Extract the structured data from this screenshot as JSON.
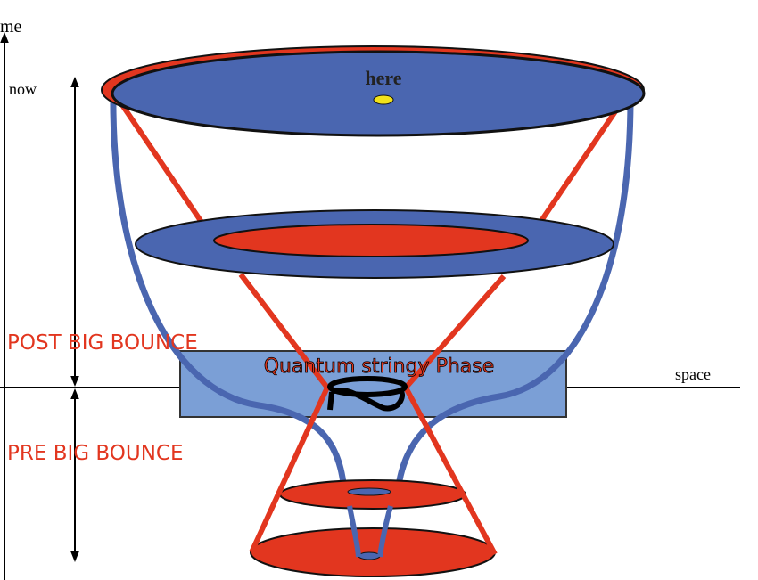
{
  "axes": {
    "time_label": "me",
    "space_label": "space",
    "now_label": "now"
  },
  "labels": {
    "here": "here",
    "post": "POST BIG BOUNCE",
    "pre": "PRE BIG BOUNCE",
    "phase": "Quantum stringy Phase"
  },
  "colors": {
    "blue": "#4a66b0",
    "light_blue": "#7b9fd6",
    "red": "#e2361f",
    "yellow": "#f2e21a"
  }
}
